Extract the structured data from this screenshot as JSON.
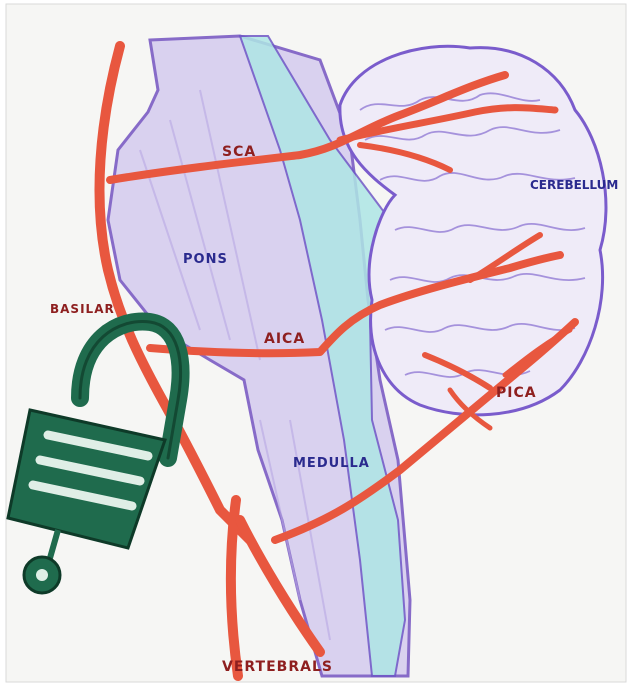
{
  "labels": {
    "sca": "SCA",
    "pons": "PONS",
    "cerebellum": "CEREBELLUM",
    "basilar": "BASILAR",
    "aica": "AICA",
    "pica": "PICA",
    "medulla": "MEDULLA",
    "vertebrals": "VERTEBRALS"
  },
  "colors": {
    "artery": "#e8573f",
    "artery_dark": "#b8301e",
    "brainstem": "#c9bde6",
    "brainstem_outline": "#7b5cc4",
    "fissure": "#9fe0df",
    "cerebellum_outline": "#7a5ccc",
    "lock": "#1f6b4d",
    "lock_dark": "#0e3a28",
    "paper": "#f6f6f4",
    "label_red": "#8e1f1f",
    "label_blue": "#2a2a8e"
  },
  "icons": {
    "lock": "padlock-icon"
  }
}
